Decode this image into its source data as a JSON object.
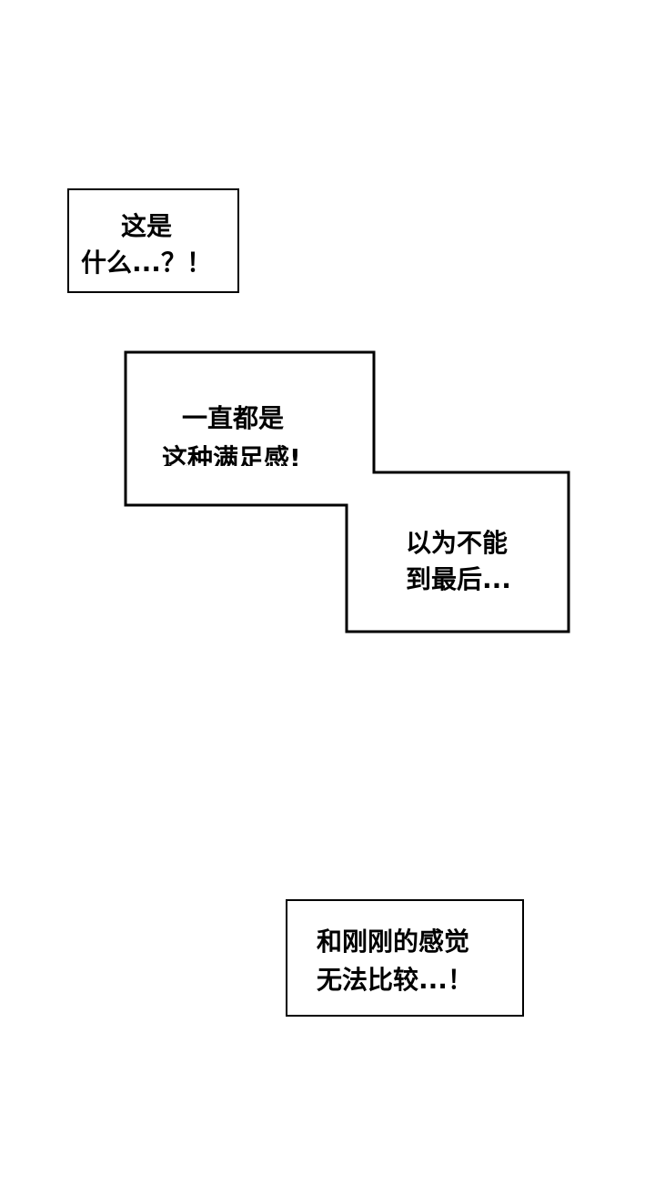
{
  "bubbles": {
    "b1": {
      "line1": "这是",
      "line2": "什么...？！"
    },
    "b2": {
      "line1": "一直都是",
      "line2": "这种满足感!"
    },
    "b3": {
      "line1": "以为不能",
      "line2": "到最后..."
    },
    "b4": {
      "line1": "和刚刚的感觉",
      "line2": "无法比较...！"
    }
  }
}
